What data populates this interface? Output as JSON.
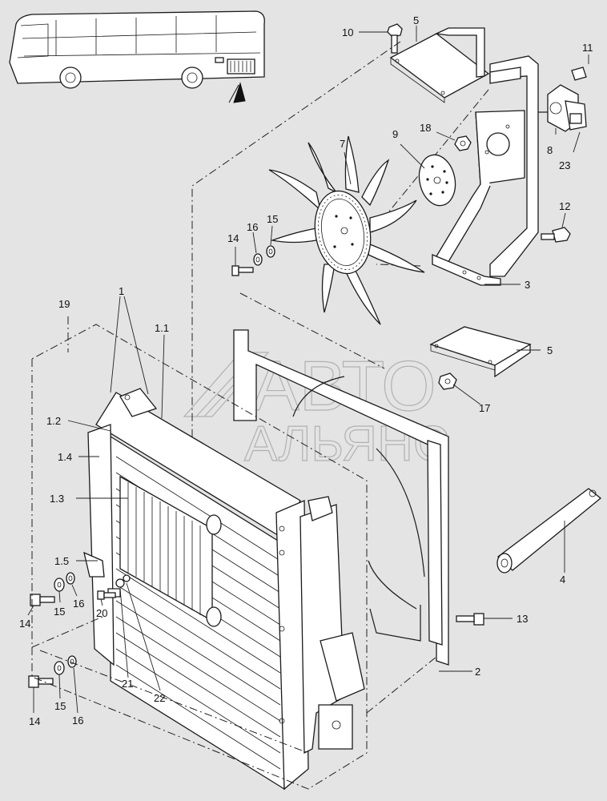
{
  "watermark": {
    "line1": "АВТО",
    "line2": "АЛЬЯНС"
  },
  "callouts": [
    {
      "id": "c10",
      "text": "10"
    },
    {
      "id": "c5a",
      "text": "5"
    },
    {
      "id": "c11",
      "text": "11"
    },
    {
      "id": "c18",
      "text": "18"
    },
    {
      "id": "c9",
      "text": "9"
    },
    {
      "id": "c7",
      "text": "7"
    },
    {
      "id": "c8",
      "text": "8"
    },
    {
      "id": "c23",
      "text": "23"
    },
    {
      "id": "c12",
      "text": "12"
    },
    {
      "id": "c14a",
      "text": "14"
    },
    {
      "id": "c16a",
      "text": "16"
    },
    {
      "id": "c15a",
      "text": "15"
    },
    {
      "id": "c3",
      "text": "3"
    },
    {
      "id": "c19",
      "text": "19"
    },
    {
      "id": "c1",
      "text": "1"
    },
    {
      "id": "c1_1",
      "text": "1.1"
    },
    {
      "id": "c5b",
      "text": "5"
    },
    {
      "id": "c1_2",
      "text": "1.2"
    },
    {
      "id": "c17",
      "text": "17"
    },
    {
      "id": "c1_4",
      "text": "1.4"
    },
    {
      "id": "c1_3",
      "text": "1.3"
    },
    {
      "id": "c4",
      "text": "4"
    },
    {
      "id": "c1_5",
      "text": "1.5"
    },
    {
      "id": "c13",
      "text": "13"
    },
    {
      "id": "c14b",
      "text": "14"
    },
    {
      "id": "c15b",
      "text": "15"
    },
    {
      "id": "c16b",
      "text": "16"
    },
    {
      "id": "c20",
      "text": "20"
    },
    {
      "id": "c2",
      "text": "2"
    },
    {
      "id": "c21",
      "text": "21"
    },
    {
      "id": "c22",
      "text": "22"
    },
    {
      "id": "c15c",
      "text": "15"
    },
    {
      "id": "c14c",
      "text": "14"
    },
    {
      "id": "c16c",
      "text": "16"
    }
  ]
}
